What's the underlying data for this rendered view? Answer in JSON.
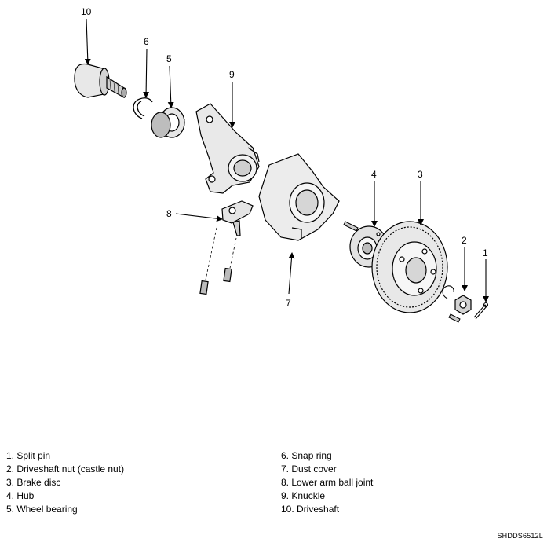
{
  "callouts": [
    "10",
    "6",
    "5",
    "9",
    "8",
    "7",
    "4",
    "3",
    "2",
    "1"
  ],
  "legend_left": [
    "1. Split pin",
    "2. Driveshaft nut (castle nut)",
    "3. Brake disc",
    "4. Hub",
    "5. Wheel bearing"
  ],
  "legend_right": [
    "6. Snap ring",
    "7. Dust cover",
    "8. Lower arm ball joint",
    "9. Knuckle",
    "10. Driveshaft"
  ],
  "figure_code": "SHDDS6512L"
}
